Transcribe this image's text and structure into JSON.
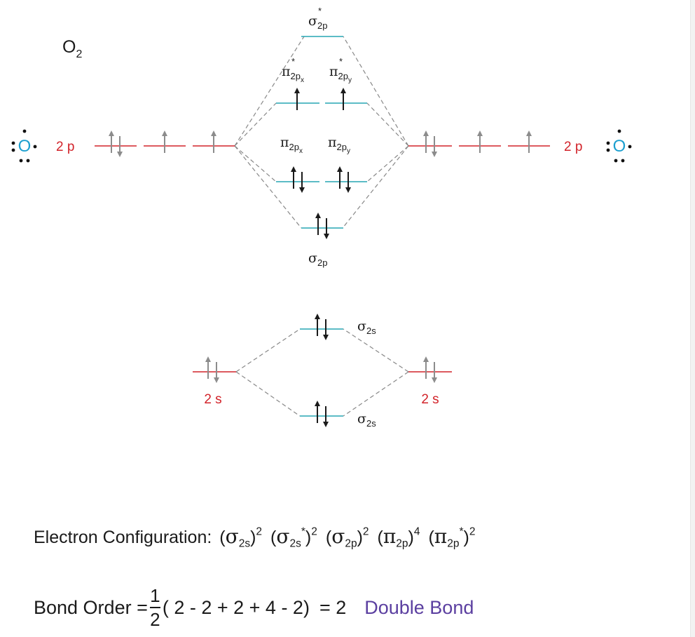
{
  "molecule": {
    "prefix": "O",
    "subscript": "2"
  },
  "atoms": {
    "symbol": "O",
    "p_label": "2 p",
    "s_label": "2 s"
  },
  "mo_labels": {
    "sigma_star_2p": {
      "sym": "σ",
      "sub": "2p",
      "star": "*"
    },
    "pi_star_2px": {
      "sym": "π",
      "sub": "2p",
      "subsub": "x",
      "star": "*"
    },
    "pi_star_2py": {
      "sym": "π",
      "sub": "2p",
      "subsub": "y",
      "star": "*"
    },
    "pi_2px": {
      "sym": "π",
      "sub": "2p",
      "subsub": "x"
    },
    "pi_2py": {
      "sym": "π",
      "sub": "2p",
      "subsub": "y"
    },
    "sigma_2p": {
      "sym": "σ",
      "sub": "2p"
    },
    "sigma_2s_upper": {
      "sym": "σ",
      "sub": "2s"
    },
    "sigma_2s_lower": {
      "sym": "σ",
      "sub": "2s"
    }
  },
  "occupancy": {
    "atomic_2p_left": [
      "updown",
      "up",
      "up"
    ],
    "atomic_2p_right": [
      "updown",
      "up",
      "up"
    ],
    "atomic_2s_left": "updown",
    "atomic_2s_right": "updown",
    "sigma_star_2p": "empty",
    "pi_star_2p": [
      "up",
      "up"
    ],
    "pi_2p": [
      "updown",
      "updown"
    ],
    "sigma_2p": "updown",
    "sigma_2s_upper": "updown",
    "sigma_2s_lower": "updown"
  },
  "colors": {
    "atomic_level": "#d2232a",
    "mo_level": "#27a6b4",
    "atom_symbol": "#1b9fcf",
    "atomic_electron": "#8c8c8c",
    "mo_electron": "#1a1a1a",
    "correlation_line": "#888888",
    "double_bond": "#5b3fa0"
  },
  "electron_configuration": {
    "label": "Electron Configuration:",
    "terms": [
      {
        "sym": "σ",
        "sub": "2s",
        "star": "",
        "exp": "2"
      },
      {
        "sym": "σ",
        "sub": "2s",
        "star": "*",
        "exp": "2"
      },
      {
        "sym": "σ",
        "sub": "2p",
        "star": "",
        "exp": "2"
      },
      {
        "sym": "π",
        "sub": "2p",
        "star": "",
        "exp": "4"
      },
      {
        "sym": "π",
        "sub": "2p",
        "star": "*",
        "exp": "2"
      }
    ]
  },
  "bond_order": {
    "label": "Bond Order =",
    "frac_num": "1",
    "frac_den": "2",
    "expression": "( 2 - 2 + 2 + 4 - 2)",
    "result": "= 2",
    "description": "Double Bond"
  }
}
